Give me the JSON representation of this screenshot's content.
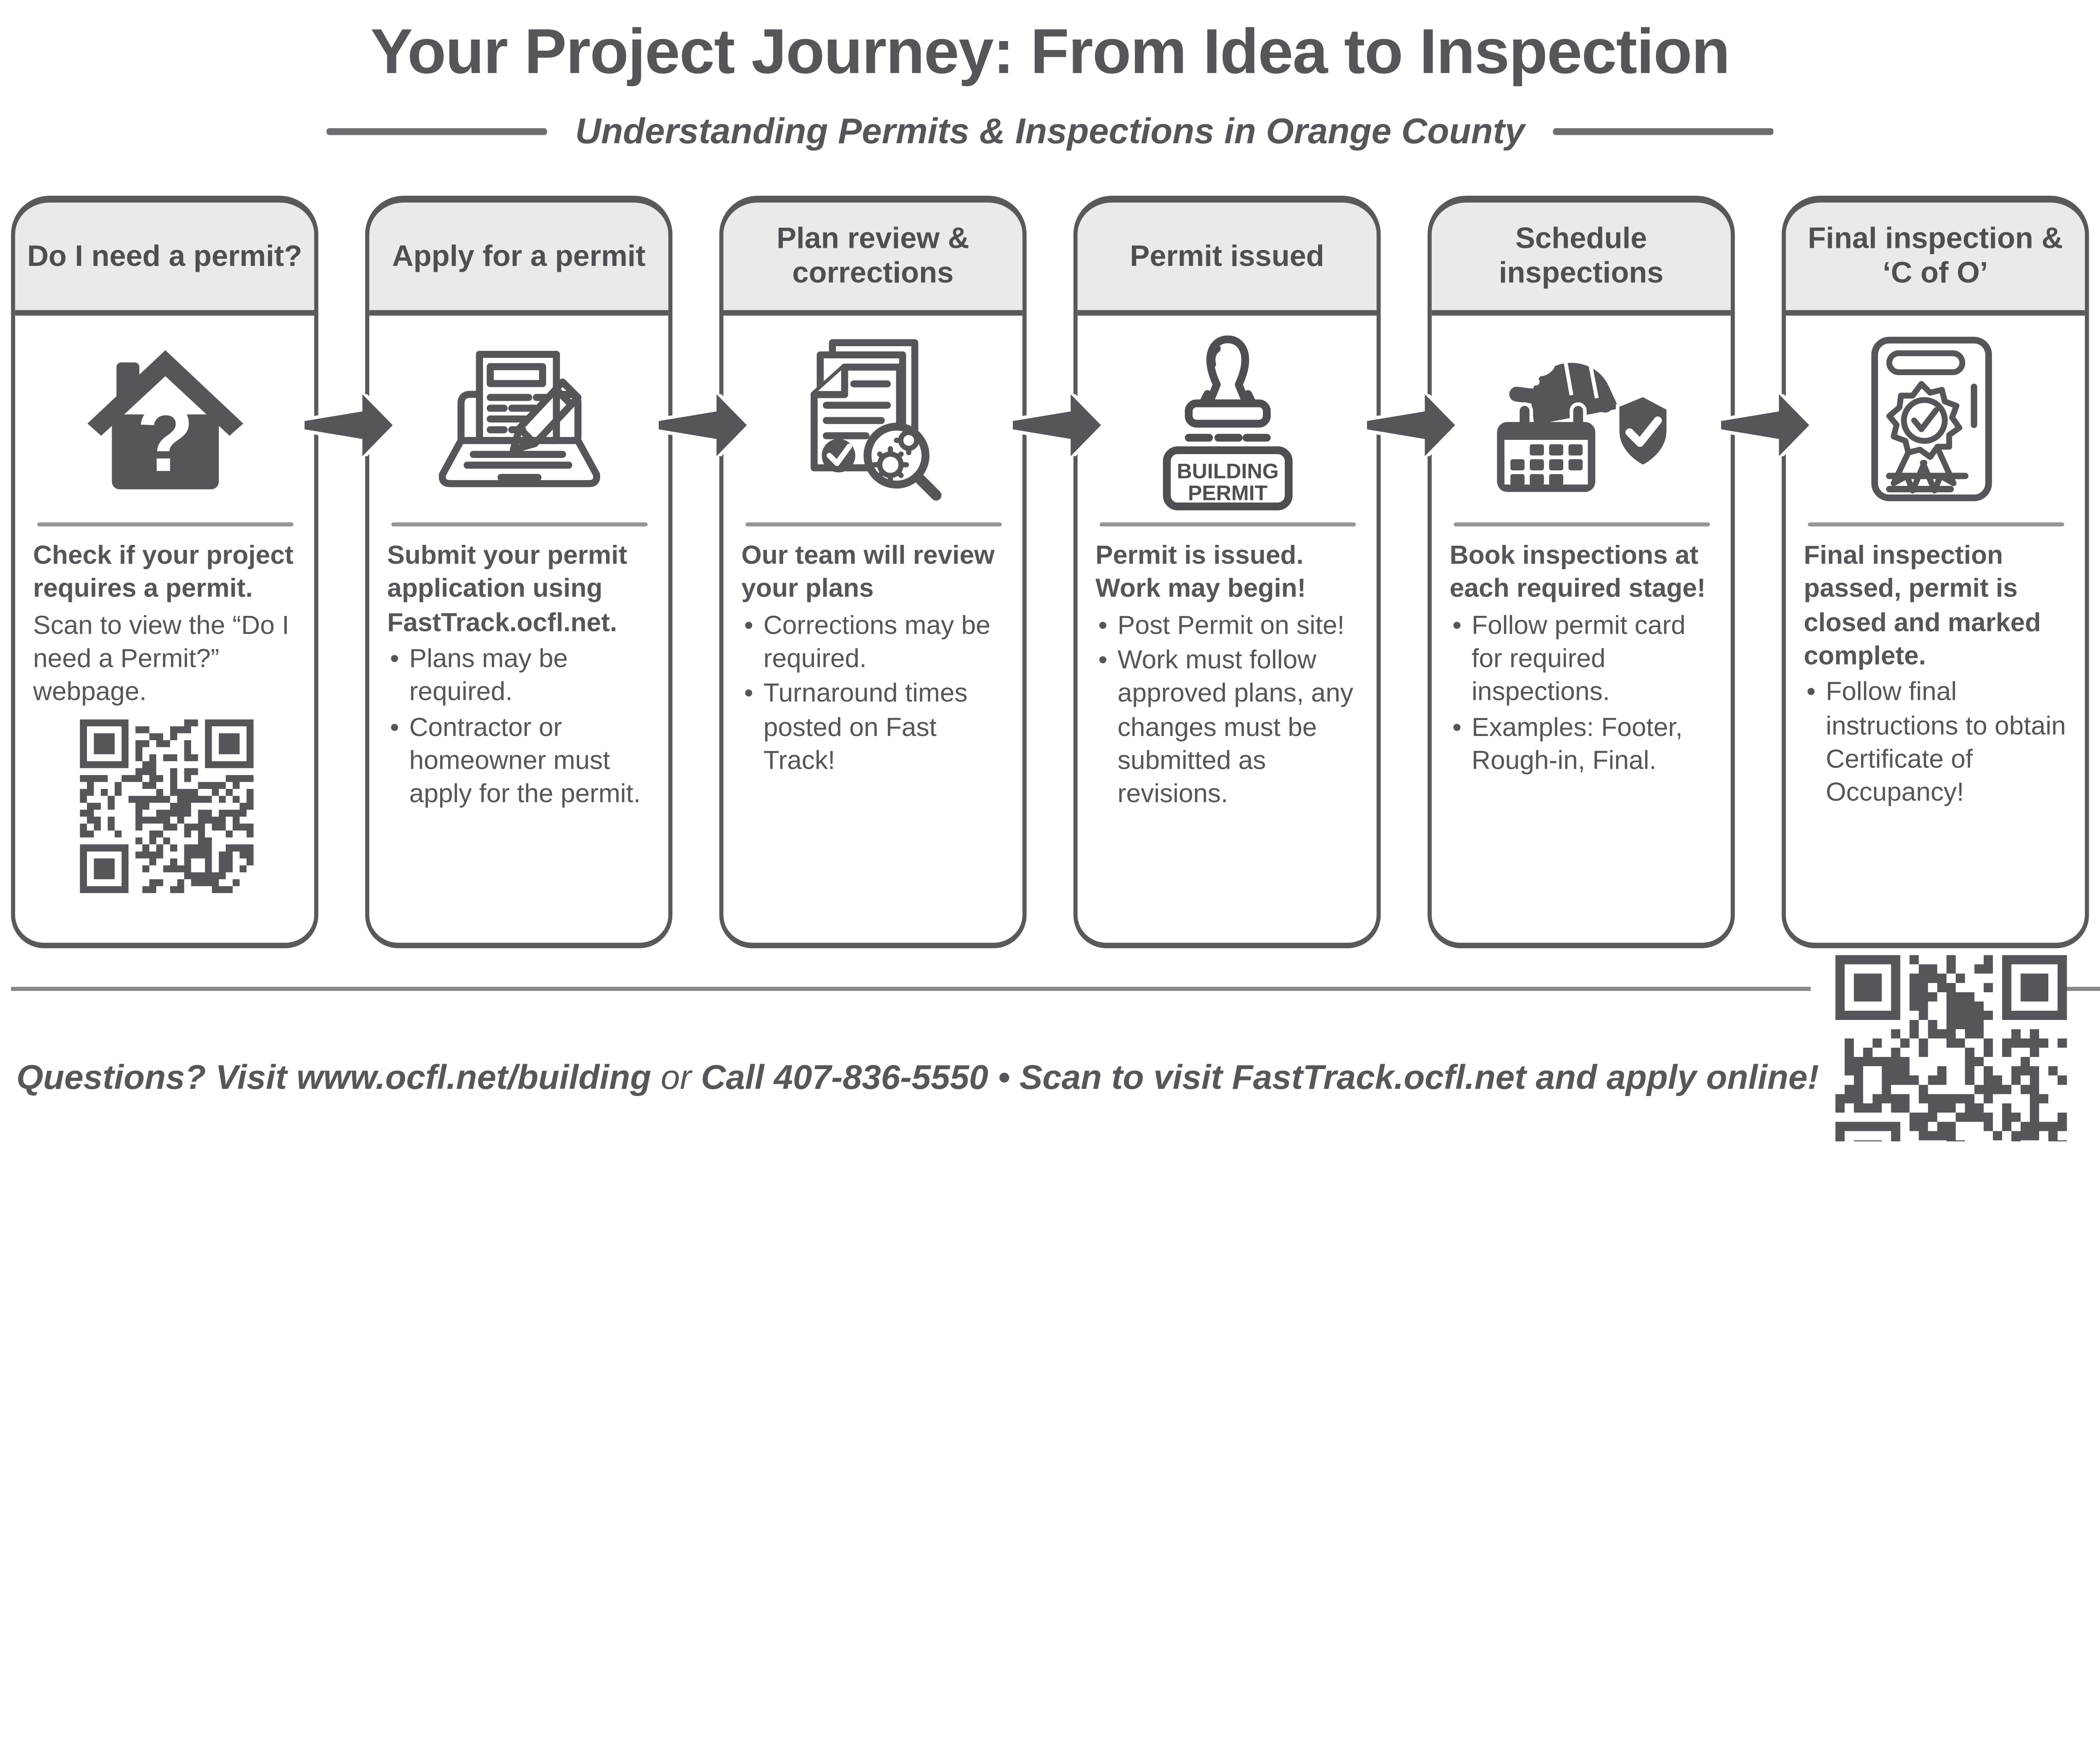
{
  "header": {
    "title": "Your Project Journey: From Idea to Inspection",
    "subtitle": "Understanding Permits & Inspections in Orange County"
  },
  "steps": [
    {
      "header": "Do I need a permit?",
      "icon": "house-question-icon",
      "lead": "Check if your project requires a permit.",
      "body": "Scan to view the “Do I need a Permit?” webpage.",
      "qr_icon": "qr-code",
      "bullets": []
    },
    {
      "header": "Apply for a permit",
      "icon": "laptop-application-icon",
      "lead": "Submit your permit application using FastTrack.ocfl.net.",
      "bullets": [
        "Plans may be required.",
        "Contractor or homeowner must apply for the permit."
      ]
    },
    {
      "header": "Plan review & corrections",
      "icon": "plan-review-magnifier-icon",
      "lead": "Our team will review your plans",
      "bullets": [
        "Corrections may be required.",
        "Turnaround times posted on Fast Track!"
      ]
    },
    {
      "header": "Permit issued",
      "icon": "building-permit-stamp-icon",
      "stamp_line1": "BUILDING",
      "stamp_line2": "PERMIT",
      "lead": "Permit is issued. Work may begin!",
      "bullets": [
        "Post Permit on site!",
        "Work must follow approved plans, any changes must be submitted as revisions."
      ]
    },
    {
      "header": "Schedule inspections",
      "icon": "calendar-hardhat-shield-icon",
      "lead": "Book inspections at each required stage!",
      "bullets": [
        "Follow permit card for required inspections.",
        "Examples: Footer, Rough-in, Final."
      ]
    },
    {
      "header": "Final inspection & ‘C of O’",
      "icon": "certificate-ribbon-icon",
      "lead": "Final inspection passed, permit is closed and marked complete.",
      "bullets": [
        "Follow final instructions to obtain Certificate of Occupancy!"
      ]
    }
  ],
  "footer": {
    "qr_icon": "qr-code",
    "segments": [
      {
        "text": "Questions? Visit www.ocfl.net/building ",
        "style": "bold-italic"
      },
      {
        "text": "or ",
        "style": "italic"
      },
      {
        "text": "Call 407-836-5550 • Scan to visit FastTrack.ocfl.net and apply online!",
        "style": "bold-italic"
      }
    ]
  },
  "colors": {
    "ink": "#54565a",
    "card_border": "#58595b",
    "header_band": "#e9eaea",
    "icon_rule": "#939598",
    "footer_rule": "#87898c",
    "background": "#ffffff"
  }
}
